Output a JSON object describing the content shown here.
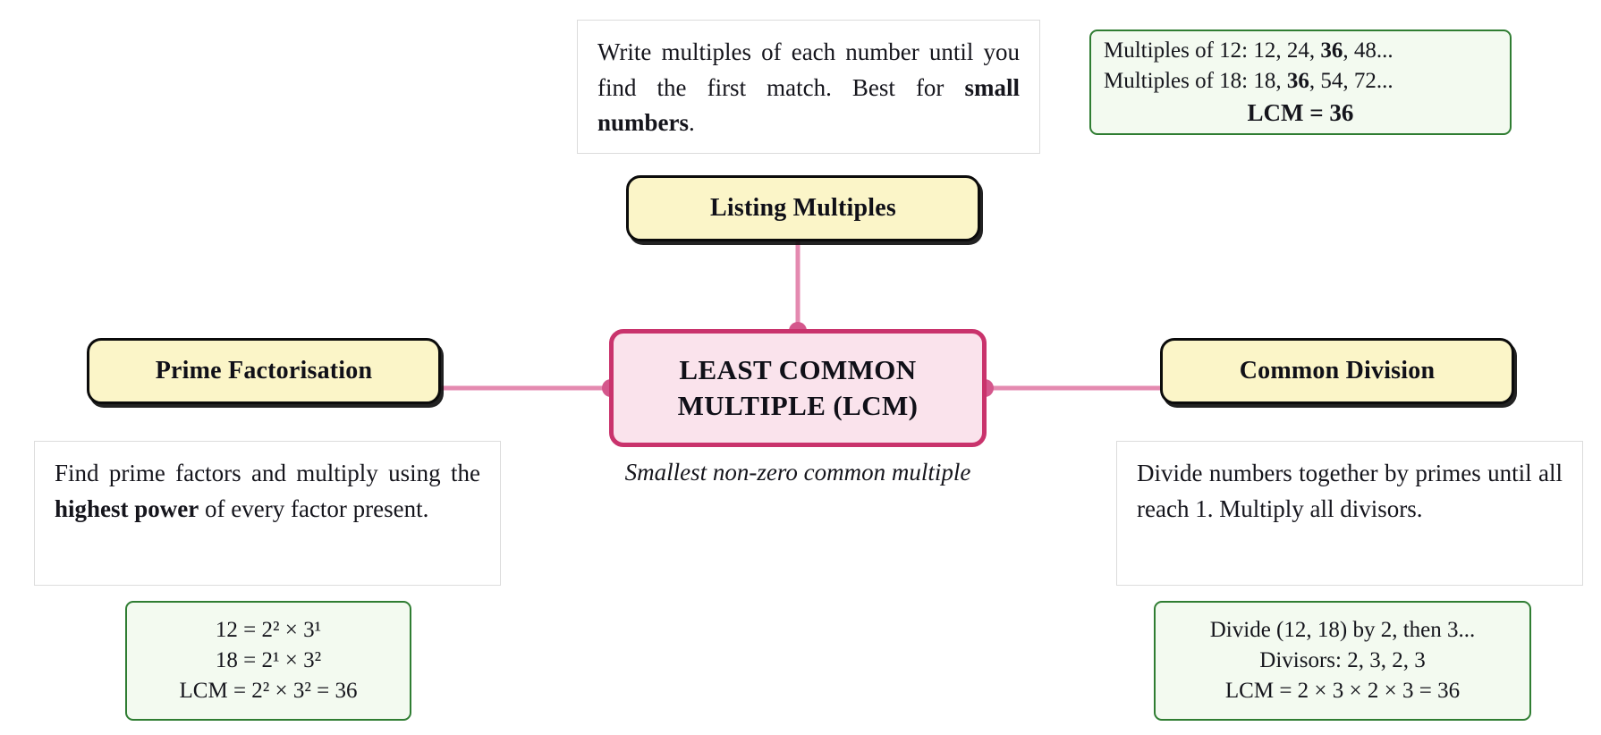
{
  "diagram": {
    "title": "Least Common Multiple mind map",
    "colors": {
      "center_fill": "#fae3ec",
      "center_border": "#c9336c",
      "branch_fill": "#fbf5c8",
      "branch_border": "#0b0b0b",
      "edge": "#e48ab0",
      "example_fill": "#f3faf0",
      "example_border": "#2f7d32",
      "desc_border": "#dcdcdc",
      "text": "#15151c"
    }
  },
  "center": {
    "label": "LEAST COMMON\nMULTIPLE (LCM)",
    "subtitle": "Smallest non-zero common multiple"
  },
  "branches": {
    "listing": {
      "label": "Listing Multiples",
      "description": {
        "plain": "Write multiples of each number until you find the first match. Best for small numbers.",
        "before_bold": "Write multiples of each number until you find the first match. Best for ",
        "bold": "small numbers",
        "after_bold": "."
      },
      "example": {
        "line1_prefix": "Multiples of 12: 12, 24, ",
        "line1_bold": "36",
        "line1_suffix": ", 48...",
        "line2_prefix": "Multiples of 18: 18, ",
        "line2_bold": "36",
        "line2_suffix": ", 54, 72...",
        "line3": "LCM = 36"
      }
    },
    "prime": {
      "label": "Prime Factorisation",
      "description": {
        "plain": "Find prime factors and multiply using the highest power of every factor present.",
        "before_bold": "Find prime factors and multi­ply using the ",
        "bold": "highest power",
        "after_bold": " of every factor present."
      },
      "example": {
        "line1": "12 = 2² × 3¹",
        "line2": "18 = 2¹ × 3²",
        "line3": "LCM = 2² × 3² = 36"
      }
    },
    "division": {
      "label": "Common Division",
      "description": {
        "plain": "Divide numbers together by primes until all reach 1. Multiply all divisors.",
        "before_bold": "Divide numbers together by primes until all reach 1. Multi­ply all divisors.",
        "bold": "",
        "after_bold": ""
      },
      "example": {
        "line1": "Divide (12, 18) by 2, then 3...",
        "line2": "Divisors: 2, 3, 2, 3",
        "line3": "LCM = 2 × 3 × 2 × 3 = 36"
      }
    }
  },
  "edges": [
    {
      "name": "edge-center-to-listing",
      "from": "center",
      "to": "listing"
    },
    {
      "name": "edge-center-to-prime",
      "from": "center",
      "to": "prime"
    },
    {
      "name": "edge-center-to-division",
      "from": "center",
      "to": "division"
    }
  ]
}
